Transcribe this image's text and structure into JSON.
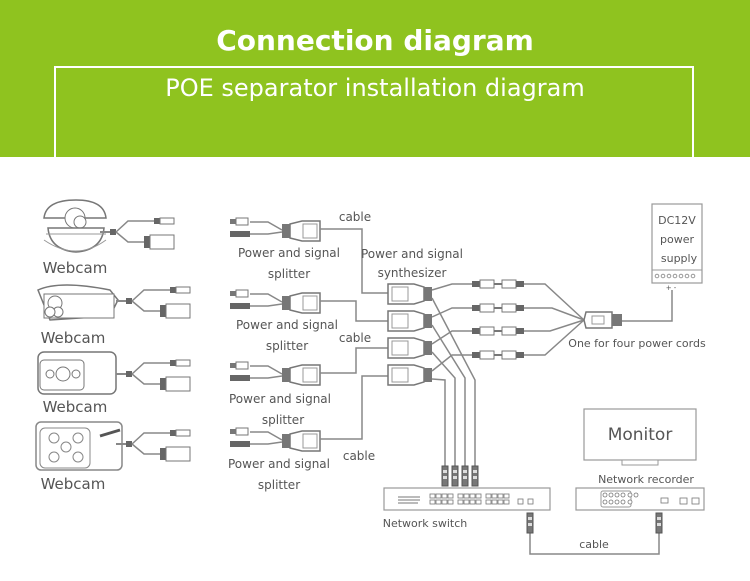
{
  "header": {
    "title": "Connection diagram",
    "subtitle": "POE separator installation diagram",
    "background_color": "#8fc31f"
  },
  "cameras": [
    {
      "label": "Webcam",
      "type": "dome"
    },
    {
      "label": "Webcam",
      "type": "bullet"
    },
    {
      "label": "Webcam",
      "type": "box-bullet"
    },
    {
      "label": "Webcam",
      "type": "array-bullet"
    }
  ],
  "splitters": [
    {
      "label_line1": "Power and signal",
      "label_line2": "splitter"
    },
    {
      "label_line1": "Power and signal",
      "label_line2": "splitter"
    },
    {
      "label_line1": "Power and signal",
      "label_line2": "splitter"
    },
    {
      "label_line1": "Power and signal",
      "label_line2": "splitter"
    }
  ],
  "cable_labels": [
    "cable",
    "cable",
    "cable",
    "cable"
  ],
  "synthesizer": {
    "label_line1": "Power and signal",
    "label_line2": "synthesizer"
  },
  "power_supply": {
    "line1": "DC12V",
    "line2": "power",
    "line3": "supply",
    "terminals": "+  -"
  },
  "power_splitter": {
    "label": "One for four power cords"
  },
  "network_switch": {
    "label": "Network switch"
  },
  "monitor": {
    "label": "Monitor"
  },
  "network_recorder": {
    "label": "Network recorder"
  }
}
